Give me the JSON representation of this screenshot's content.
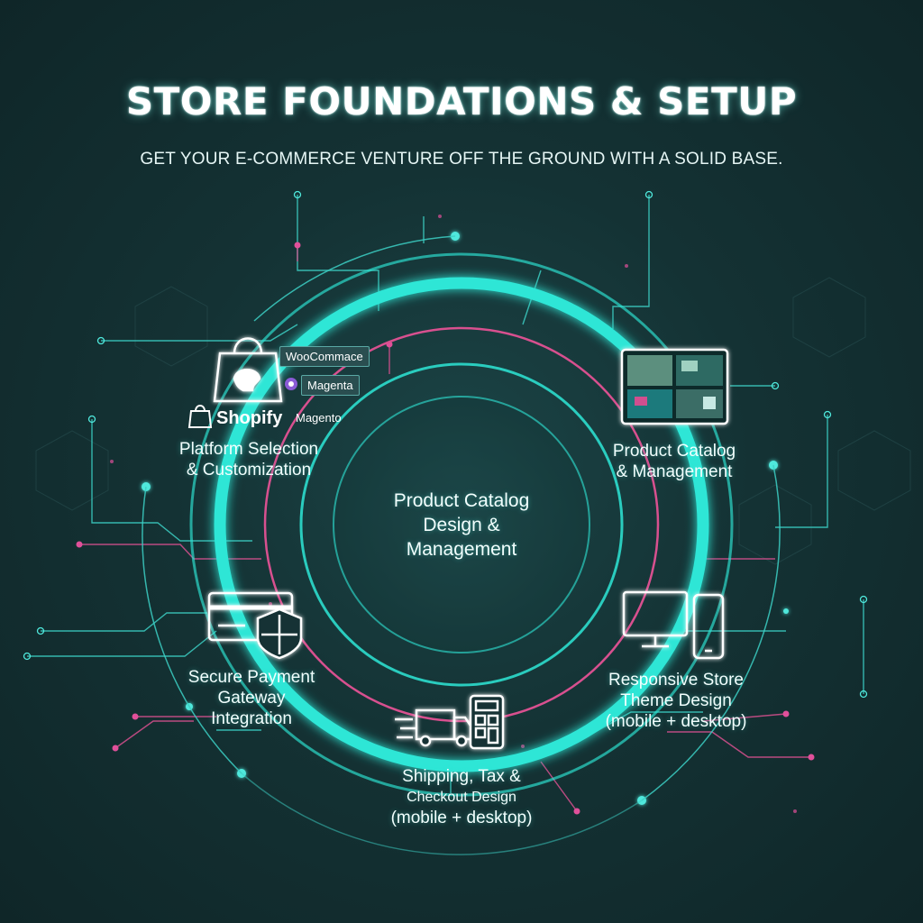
{
  "header": {
    "title": "STORE FOUNDATIONS & SETUP",
    "subtitle": "GET YOUR E-COMMERCE VENTURE OFF THE GROUND WITH A SOLID BASE."
  },
  "center": {
    "lines": [
      "Product Catalog",
      "Design &",
      "Management"
    ]
  },
  "nodes": {
    "platform": {
      "lines": [
        "Platform Selection",
        "& Customization"
      ],
      "icon": "shopping-bag-icon",
      "brands": {
        "woocommerce": "WooCommace",
        "magenta": "Magenta",
        "shopify": "Shopify",
        "magento": "Magento"
      }
    },
    "catalog": {
      "lines": [
        "Product Catalog",
        "& Management"
      ],
      "icon": "product-grid-icon"
    },
    "payment": {
      "lines": [
        "Secure Payment",
        "Gateway",
        "Integration"
      ],
      "icon": "credit-card-shield-icon"
    },
    "theme": {
      "lines": [
        "Responsive Store",
        "Theme Design",
        "(mobile + desktop)"
      ],
      "icon": "desktop-mobile-icon"
    },
    "shipping": {
      "lines": [
        "Shipping, Tax &",
        "Checkout Design",
        "(mobile + desktop)"
      ],
      "icon": "truck-calculator-icon"
    }
  },
  "colors": {
    "background": "#143234",
    "ring_teal": "#2ee6d6",
    "ring_pink": "#e0509a",
    "line_teal": "#3ccfc4",
    "line_pink": "#d8508f",
    "text": "#ffffff"
  }
}
